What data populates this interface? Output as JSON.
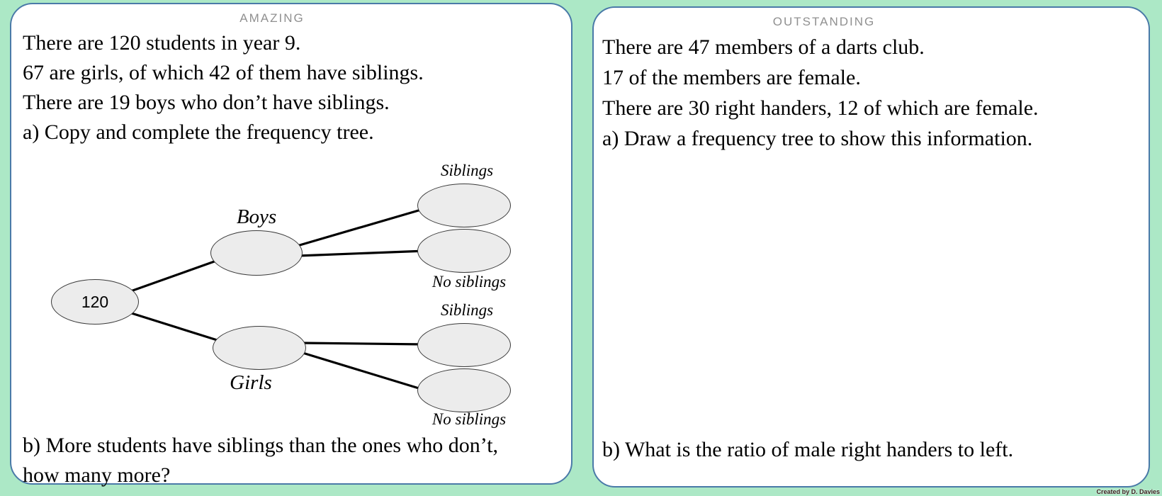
{
  "colors": {
    "background": "#ace8c6",
    "panel_border": "#4a7aa8",
    "panel_bg": "#ffffff",
    "header_text": "#909090",
    "body_text": "#000000",
    "node_fill": "#ececec",
    "node_border": "#3a3a3a",
    "branch_line": "#000000",
    "credit_text": "#3d2222"
  },
  "left_panel": {
    "header": "AMAZING",
    "lines": [
      "There are 120 students in year 9.",
      "67 are girls, of which 42 of them have siblings.",
      "There are 19 boys who don’t have siblings.",
      "a) Copy and complete the frequency tree."
    ],
    "tree": {
      "root_value": "120",
      "boys_label": "Boys",
      "girls_label": "Girls",
      "boys_siblings_label": "Siblings",
      "boys_no_siblings_label": "No siblings",
      "girls_siblings_label": "Siblings",
      "girls_no_siblings_label": "No siblings"
    },
    "question_b": [
      "b) More students have siblings than the ones who don’t,",
      "how many more?"
    ]
  },
  "right_panel": {
    "header": "OUTSTANDING",
    "lines": [
      "There are 47 members of a darts club.",
      "17 of the members are female.",
      "There are 30 right handers, 12 of which are female.",
      "a) Draw a frequency tree to show this information."
    ],
    "question_b": "b) What is the ratio of male right handers to left."
  },
  "footer_credit": "Created by D. Davies"
}
